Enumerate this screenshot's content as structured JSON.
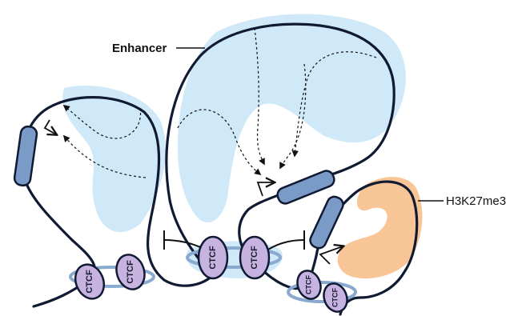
{
  "labels": {
    "enhancer": "Enhancer",
    "h3k27me3": "H3K27me3"
  },
  "ctcf": {
    "text": "CTCF"
  },
  "colors": {
    "domain_blue": "#cfe9f8",
    "domain_orange": "#f8c597",
    "cohesin_ring": "#8aa9cf",
    "gene_body": "#7a9ac7",
    "ctcf_fill": "#c6b3e0",
    "chromatin": "#111a33"
  }
}
